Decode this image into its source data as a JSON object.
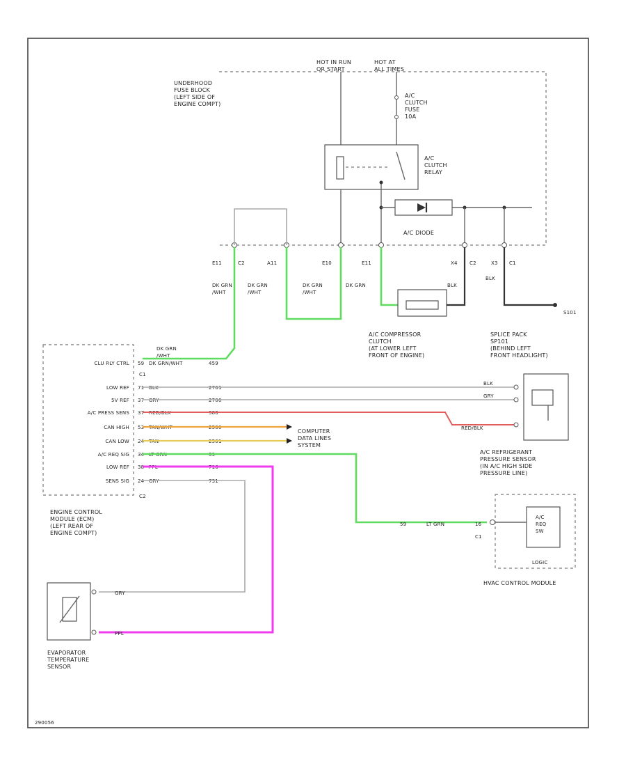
{
  "figure_id": "290056",
  "supply": {
    "hot_run": "HOT IN RUN\nOR START",
    "hot_all": "HOT AT\nALL TIMES"
  },
  "fuse_block": {
    "label": "UNDERHOOD\nFUSE BLOCK\n(LEFT SIDE OF\nENGINE COMPT)"
  },
  "fuse": {
    "label": "A/C\nCLUTCH\nFUSE\n10A"
  },
  "relay": {
    "label": "A/C\nCLUTCH\nRELAY"
  },
  "diode": {
    "label": "A/C DIODE"
  },
  "connectors": {
    "e11": "E11",
    "c2a": "C2",
    "a11": "A11",
    "e10": "E10",
    "e11b": "E11",
    "x4": "X4",
    "c2b": "C2",
    "x3": "X3",
    "c1a": "C1",
    "c1ecm": "C1",
    "c2ecm": "C2",
    "s101": "S101",
    "c1hvac": "C1"
  },
  "wire_labels": {
    "w1": "DK GRN\n/WHT",
    "w2": "DK GRN\n/WHT",
    "w3": "DK GRN\n/WHT",
    "w4": "DK GRN",
    "w5": "BLK",
    "w6": "BLK",
    "ecm_top": "DK GRN\n/WHT"
  },
  "compressor": {
    "label": "A/C COMPRESSOR\nCLUTCH\n(AT LOWER LEFT\nFRONT OF ENGINE)"
  },
  "splice": {
    "label": "SPLICE PACK\nSP101\n(BEHIND LEFT\nFRONT HEADLIGHT)"
  },
  "ecm": {
    "label": "ENGINE CONTROL\nMODULE (ECM)\n(LEFT REAR OF\nENGINE COMPT)",
    "rows": [
      {
        "pin": "CLU RLY CTRL",
        "num": "59",
        "color": "DK GRN/WHT",
        "circ": "459"
      },
      {
        "pin": "LOW REF",
        "num": "71",
        "color": "BLK",
        "circ": "2761"
      },
      {
        "pin": "5V REF",
        "num": "37",
        "color": "GRY",
        "circ": "2700"
      },
      {
        "pin": "A/C PRESS SENS",
        "num": "37",
        "color": "RED/BLK",
        "circ": "380"
      },
      {
        "pin": "CAN HIGH",
        "num": "53",
        "color": "TAN/WHT",
        "circ": "2500"
      },
      {
        "pin": "CAN LOW",
        "num": "24",
        "color": "TAN",
        "circ": "2501"
      },
      {
        "pin": "A/C REQ SIG",
        "num": "34",
        "color": "LT GRN",
        "circ": "59"
      },
      {
        "pin": "LOW REF",
        "num": "38",
        "color": "PPL",
        "circ": "716"
      },
      {
        "pin": "SENS SIG",
        "num": "24",
        "color": "GRY",
        "circ": "731"
      }
    ]
  },
  "computer_data": {
    "label": "COMPUTER\nDATA LINES\nSYSTEM"
  },
  "pressure_sensor": {
    "label": "A/C REFRIGERANT\nPRESSURE SENSOR\n(IN A/C HIGH SIDE\nPRESSURE LINE)",
    "wires": [
      "BLK",
      "GRY",
      "RED/BLK"
    ]
  },
  "hvac": {
    "label": "HVAC CONTROL MODULE",
    "inner": "A/C\nREQ\nSW",
    "sub": "LOGIC",
    "wire": "LT GRN",
    "circ": "59",
    "pin": "16"
  },
  "evap": {
    "label": "EVAPORATOR\nTEMPERATURE\nSENSOR",
    "wires": [
      "GRY",
      "PPL"
    ]
  }
}
